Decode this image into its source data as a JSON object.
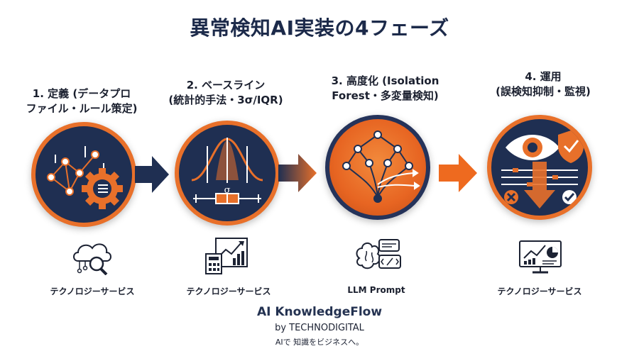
{
  "title": "異常検知AI実装の4フェーズ",
  "phases": [
    {
      "lines": [
        "1. 定義 (データプロ",
        "ファイル・ルール策定)"
      ],
      "caption": "テクノロジーサービス"
    },
    {
      "lines": [
        "2. ベースライン",
        "(統計的手法・3σ/IQR)"
      ],
      "caption": "テクノロジーサービス"
    },
    {
      "lines": [
        "3. 高度化 (Isolation",
        "Forest・多変量検知)"
      ],
      "caption": "LLM Prompt"
    },
    {
      "lines": [
        "4. 運用",
        "(誤検知抑制・監視)"
      ],
      "caption": "テクノロジーサービス"
    }
  ],
  "sigma_symbol": "σ",
  "footer": {
    "brand": "AI KnowledgeFlow",
    "byline": "by TECHNODIGITAL",
    "tagline": "AIで 知識をビジネスへ。"
  },
  "colors": {
    "navy": "#1f2f52",
    "orange": "#e8702a"
  }
}
